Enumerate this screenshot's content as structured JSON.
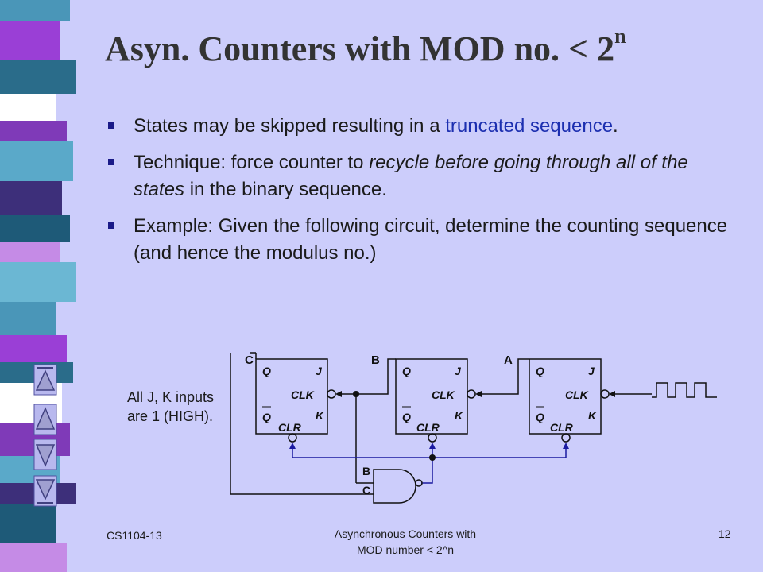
{
  "slide": {
    "title_main": "Asyn. Counters with MOD no. < 2",
    "title_sup": "n",
    "bullets": [
      {
        "parts": [
          {
            "text": "States may be skipped resulting in a ",
            "style": ""
          },
          {
            "text": "truncated sequence",
            "style": "hl"
          },
          {
            "text": ".",
            "style": ""
          }
        ]
      },
      {
        "parts": [
          {
            "text": "Technique: force counter to ",
            "style": ""
          },
          {
            "text": "recycle before going through all of the states",
            "style": "it"
          },
          {
            "text": " in the binary sequence.",
            "style": ""
          }
        ]
      },
      {
        "parts": [
          {
            "text": "Example: Given the following circuit, determine the counting sequence (and hence the modulus no.)",
            "style": ""
          }
        ]
      }
    ],
    "note": "All J, K inputs are 1 (HIGH).",
    "colors": {
      "background": "#cccdfb",
      "accent": "#1c2fb0",
      "wire_blue": "#1a1aa0"
    }
  },
  "circuit": {
    "output_labels": {
      "c": "C",
      "b": "B",
      "a": "A"
    },
    "flipflop": {
      "q": "Q",
      "j": "J",
      "clk": "CLK",
      "qbar": "Q",
      "k": "K",
      "clr": "CLR"
    },
    "nand_inputs": {
      "b": "B",
      "c": "C"
    }
  },
  "footer": {
    "left": "CS1104-13",
    "center_line1": "Asynchronous Counters with",
    "center_line2": "MOD number < 2^n",
    "page": "12"
  },
  "nav": {
    "icons": [
      "first-icon",
      "prev-icon",
      "next-icon",
      "last-icon"
    ]
  }
}
